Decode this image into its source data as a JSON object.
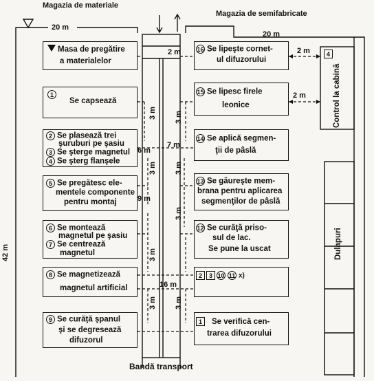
{
  "header": {
    "left_store": "Magazia de materiale",
    "right_store": "Magazia de semifabricate",
    "left_width": "20 m",
    "right_width": "20 m"
  },
  "bottom_label": "Bandă transport",
  "height_label": "42 m",
  "left_stations": [
    {
      "n": "",
      "lines": [
        "Masa de pregătire",
        "a materialelor"
      ]
    },
    {
      "n": "1",
      "lines": [
        "Se capsează"
      ]
    },
    {
      "n": "2",
      "lines": [
        "Se plasează trei",
        "şuruburi pe şasiu"
      ]
    },
    {
      "n": "3",
      "lines": [
        "Se şterge magnetul"
      ]
    },
    {
      "n": "4",
      "lines": [
        "Se şterg flanşele"
      ]
    },
    {
      "n": "5",
      "lines": [
        "Se pregătesc ele-",
        "mentele componente",
        "pentru montaj"
      ]
    },
    {
      "n": "6",
      "lines": [
        "Se montează",
        "magnetul pe şasiu"
      ]
    },
    {
      "n": "7",
      "lines": [
        "Se centrează",
        "magnetul"
      ]
    },
    {
      "n": "8",
      "lines": [
        "Se magnetizează",
        "magnetul artificial"
      ]
    },
    {
      "n": "9",
      "lines": [
        "Se curăţă şpanul",
        "şi se degresează",
        "difuzorul"
      ]
    }
  ],
  "right_stations": [
    {
      "n": "16",
      "lines": [
        "Se lipeşte cornet-",
        "ul difuzorului"
      ]
    },
    {
      "n": "15",
      "lines": [
        "Se lipesc firele",
        "leonice"
      ]
    },
    {
      "n": "14",
      "lines": [
        "Se aplică segmen-",
        "ţii de pâslă"
      ]
    },
    {
      "n": "13",
      "lines": [
        "Se găureşte mem-",
        "brana pentru aplicarea",
        "segmenţilor de pâslă"
      ]
    },
    {
      "n": "12",
      "lines": [
        "Se curăţă priso-",
        "sul de lac.",
        "Se pune la uscat"
      ]
    },
    {
      "n": "",
      "lines": [
        "2",
        "3",
        "10",
        "11",
        "x)"
      ]
    },
    {
      "n": "1",
      "lines": [
        "Se verifică cen-",
        "trarea difuzorului"
      ]
    }
  ],
  "control": {
    "n": "4",
    "label": "Control la cabină"
  },
  "closets": {
    "label": "Dulapuri"
  },
  "distances": {
    "d2m_top": "2 m",
    "d2m_ctrl1": "2 m",
    "d2m_ctrl2": "2 m",
    "d3m": "3 m",
    "d6m": "6 m",
    "d7m": "7 m",
    "d9m": "9 m",
    "d16m": "16 m"
  }
}
